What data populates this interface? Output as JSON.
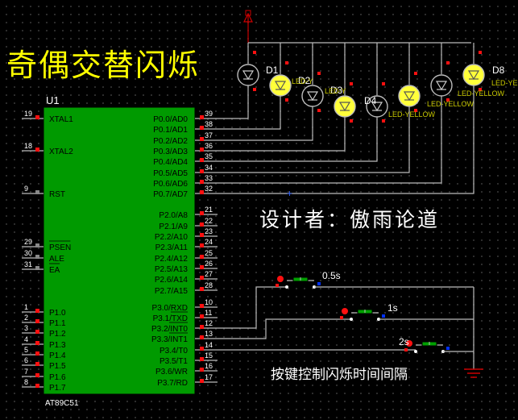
{
  "title": "奇偶交替闪烁",
  "designer": "设计者：傲雨论道",
  "caption": "按键控制闪烁时间间隔",
  "chip": {
    "ref": "U1",
    "part": "AT89C51",
    "left_pins": [
      {
        "num": "19",
        "name": "XTAL1"
      },
      {
        "num": "18",
        "name": "XTAL2"
      },
      {
        "num": "9",
        "name": "RST"
      },
      {
        "num": "29",
        "name": "PSEN"
      },
      {
        "num": "30",
        "name": "ALE"
      },
      {
        "num": "31",
        "name": "EA"
      },
      {
        "num": "1",
        "name": "P1.0"
      },
      {
        "num": "2",
        "name": "P1.1"
      },
      {
        "num": "3",
        "name": "P1.2"
      },
      {
        "num": "4",
        "name": "P1.3"
      },
      {
        "num": "5",
        "name": "P1.4"
      },
      {
        "num": "6",
        "name": "P1.5"
      },
      {
        "num": "7",
        "name": "P1.6"
      },
      {
        "num": "8",
        "name": "P1.7"
      }
    ],
    "right_pins": [
      {
        "num": "39",
        "name": "P0.0/AD0"
      },
      {
        "num": "38",
        "name": "P0.1/AD1"
      },
      {
        "num": "37",
        "name": "P0.2/AD2"
      },
      {
        "num": "36",
        "name": "P0.3/AD3"
      },
      {
        "num": "35",
        "name": "P0.4/AD4"
      },
      {
        "num": "34",
        "name": "P0.5/AD5"
      },
      {
        "num": "33",
        "name": "P0.6/AD6"
      },
      {
        "num": "32",
        "name": "P0.7/AD7"
      },
      {
        "num": "21",
        "name": "P2.0/A8"
      },
      {
        "num": "22",
        "name": "P2.1/A9"
      },
      {
        "num": "23",
        "name": "P2.2/A10"
      },
      {
        "num": "24",
        "name": "P2.3/A11"
      },
      {
        "num": "25",
        "name": "P2.4/A12"
      },
      {
        "num": "26",
        "name": "P2.5/A13"
      },
      {
        "num": "27",
        "name": "P2.6/A14"
      },
      {
        "num": "28",
        "name": "P2.7/A15"
      },
      {
        "num": "10",
        "name": "P3.0/RXD"
      },
      {
        "num": "11",
        "name": "P3.1/TXD"
      },
      {
        "num": "12",
        "name": "P3.2/INT0"
      },
      {
        "num": "13",
        "name": "P3.3/INT1"
      },
      {
        "num": "14",
        "name": "P3.4/T0"
      },
      {
        "num": "15",
        "name": "P3.5/T1"
      },
      {
        "num": "16",
        "name": "P3.6/WR"
      },
      {
        "num": "17",
        "name": "P3.7/RD"
      }
    ]
  },
  "leds": {
    "refs": [
      "D1",
      "D2",
      "D3",
      "D4",
      "D8"
    ],
    "value": "LED-YELLOW",
    "value_short": "LED-YE"
  },
  "buttons": [
    {
      "label": "0.5s"
    },
    {
      "label": "1s"
    },
    {
      "label": "2s"
    }
  ],
  "colors": {
    "chip_fill": "#009a00",
    "wire": "#ffffff",
    "wire_red": "#cc0000",
    "led_on": "#ffff3a",
    "label_yellow": "#c8c800",
    "title": "#ffff00",
    "pin_blue": "#0030ff",
    "pin_red": "#ff1010"
  }
}
